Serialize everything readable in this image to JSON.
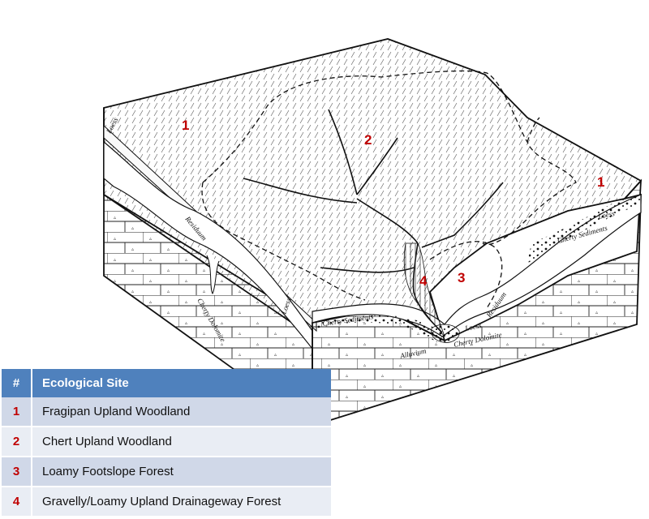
{
  "site_markers": [
    "1",
    "2",
    "1",
    "4",
    "3"
  ],
  "geology_labels": {
    "loess_left": "Loess",
    "loess_center": "Loess",
    "loess_right": "Loess",
    "loess_lower": "Loess",
    "residuum_left": "Residuum",
    "residuum_right": "Residuum",
    "cherty_dolomite_left": "Cherty Dolomite",
    "cherty_dolomite_front": "Cherty Dolomite",
    "cherty_sediments_left": "Cherty Sediments",
    "cherty_sediments_right": "Cherty Sediments",
    "alluvium": "Alluvium"
  },
  "legend": {
    "header_num": "#",
    "header_name": "Ecological Site",
    "rows": [
      {
        "num": "1",
        "name": "Fragipan Upland Woodland"
      },
      {
        "num": "2",
        "name": "Chert Upland Woodland"
      },
      {
        "num": "3",
        "name": "Loamy Footslope Forest"
      },
      {
        "num": "4",
        "name": "Gravelly/Loamy Upland Drainageway Forest"
      }
    ]
  },
  "colors": {
    "header_bg": "#4f81bd",
    "row_odd": "#d0d8e8",
    "row_even": "#e9edf4",
    "site_number": "#c00000",
    "line": "#111111"
  }
}
